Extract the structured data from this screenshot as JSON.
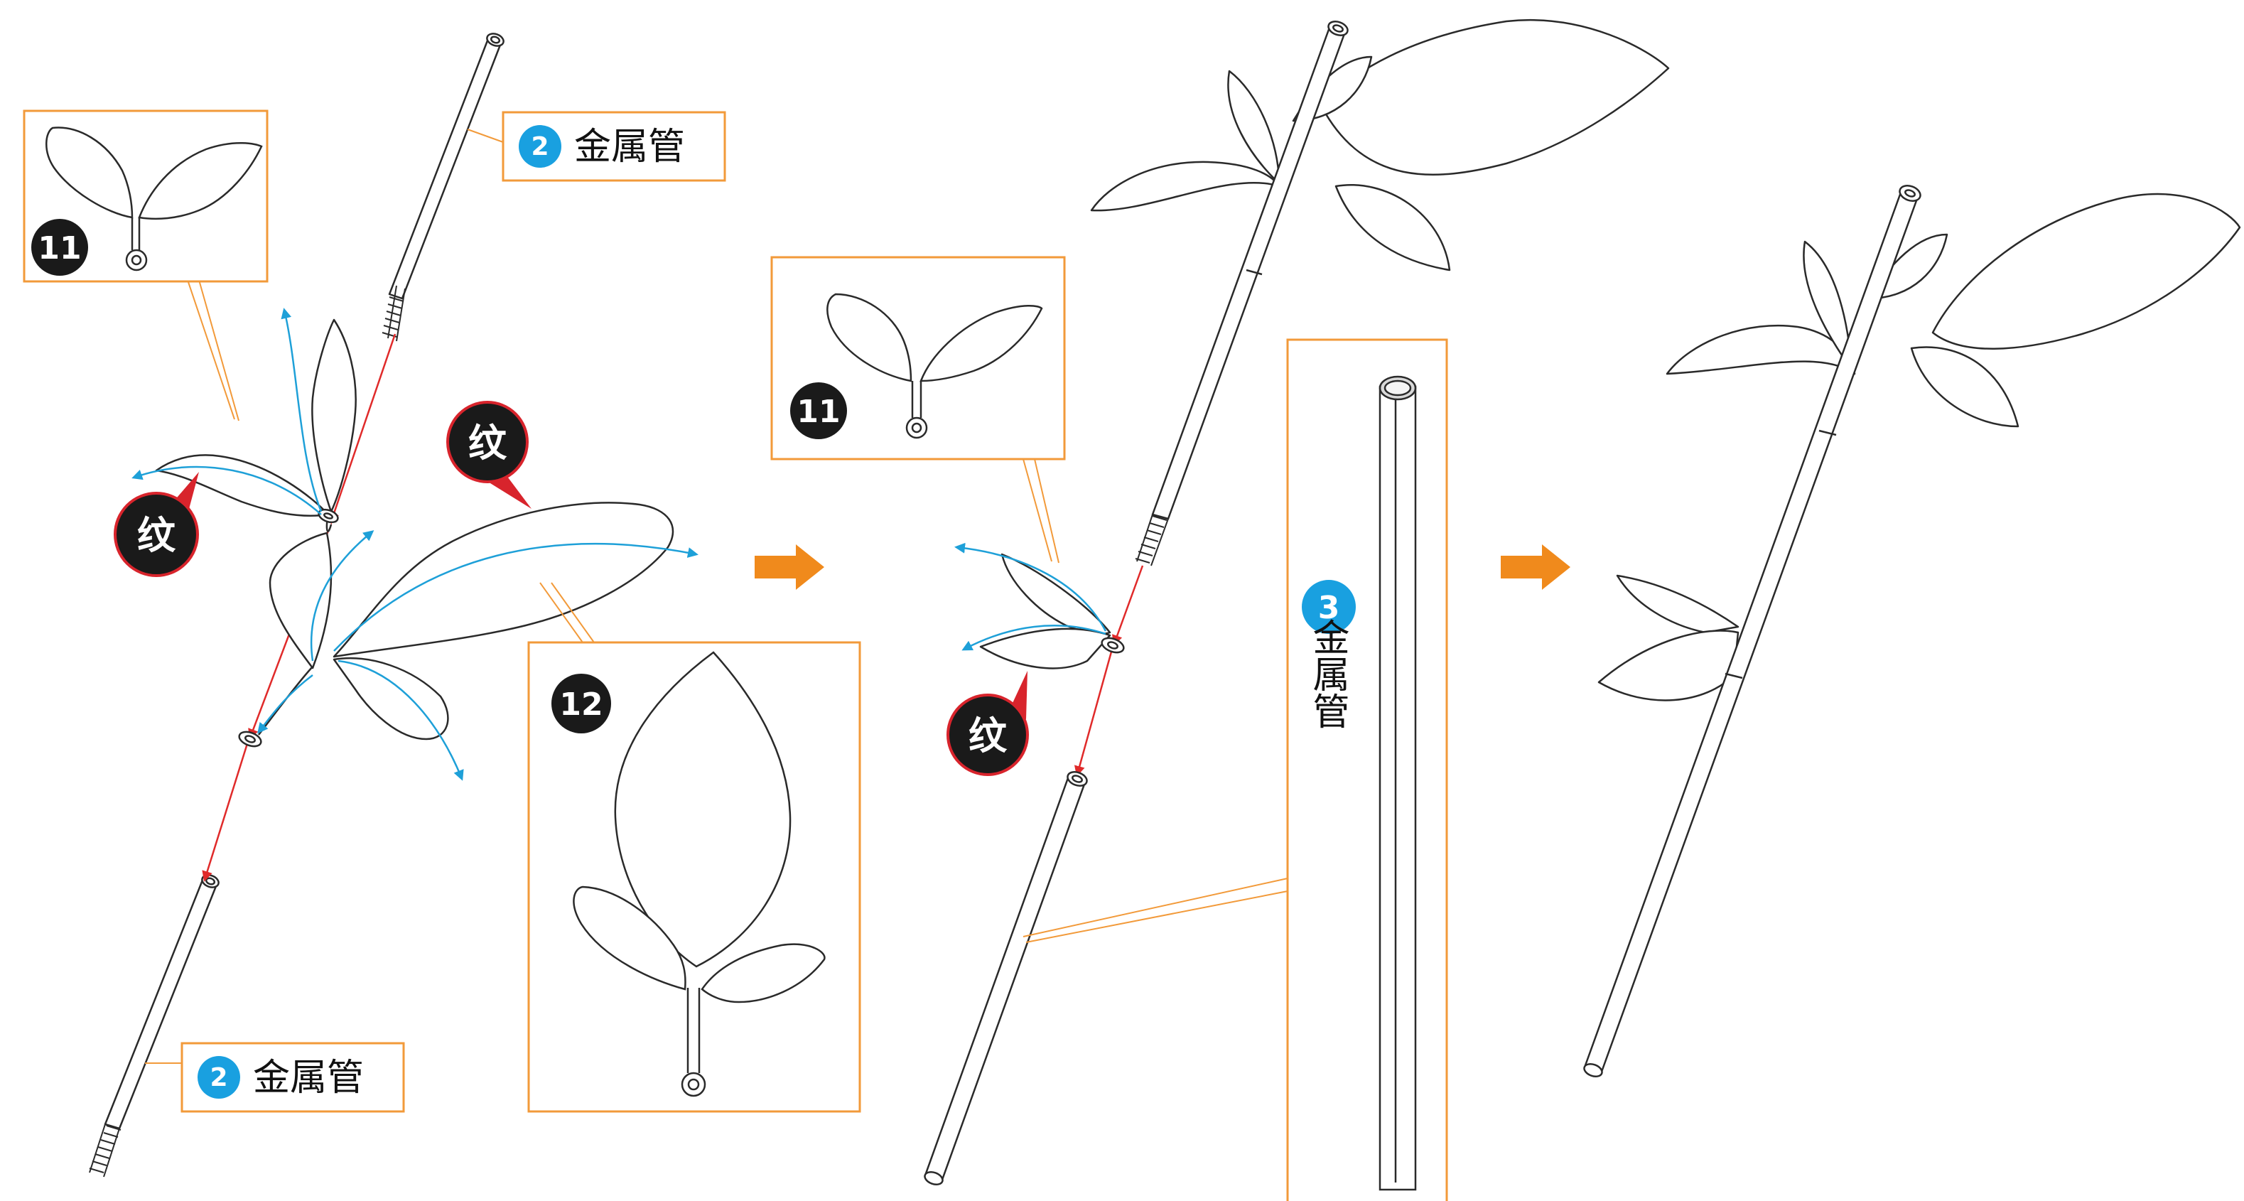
{
  "diagram": {
    "colors": {
      "line": "#2a2a2a",
      "callout_border": "#f29a3a",
      "leader": "#f29a3a",
      "arrow_blue": "#1ea0d8",
      "arrow_red": "#e02a2a",
      "step_arrow": "#f08a1c",
      "badge_blue": "#19a0e0",
      "badge_black": "#1a1a1a",
      "wen_red_ring": "#d8242c",
      "tube_fill": "#ffffff"
    },
    "labels": {
      "metal_tube": "金属管",
      "wen": "纹"
    },
    "badges": {
      "step2": "2",
      "step3": "3",
      "step11": "11",
      "step12": "12"
    },
    "icons": {
      "step_arrow": "right-arrow-icon",
      "leaf": "leaf-icon",
      "tube": "metal-tube-icon"
    }
  }
}
